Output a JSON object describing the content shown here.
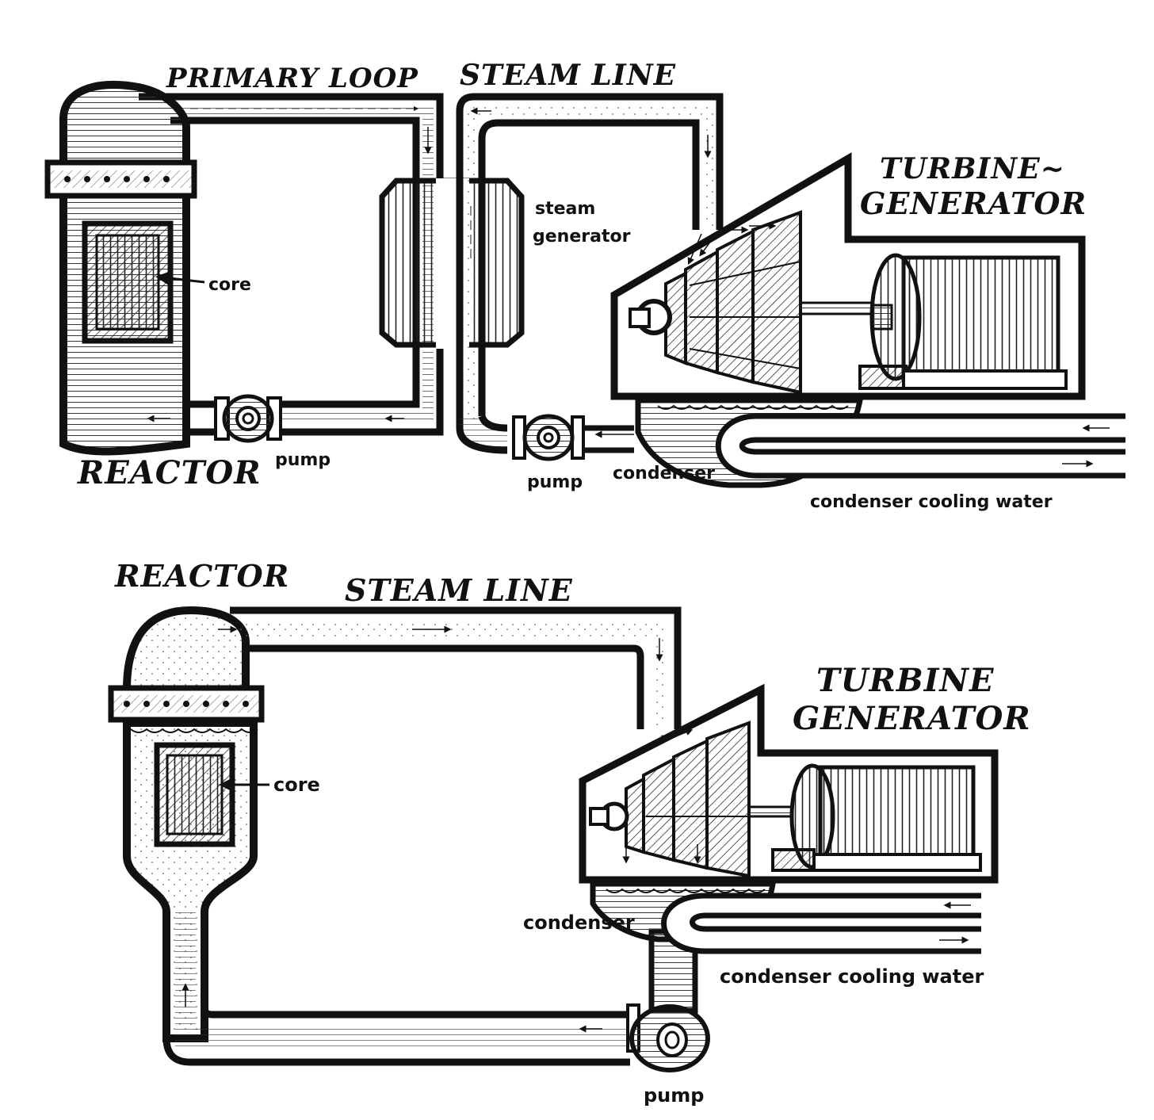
{
  "top": {
    "primary_loop": "PRIMARY LOOP",
    "steam_line": "STEAM LINE",
    "turbine": "TURBINE~",
    "generator": "GENERATOR",
    "steam_generator_1": "steam",
    "steam_generator_2": "generator",
    "core": "core",
    "reactor": "REACTOR",
    "pump_primary": "pump",
    "pump_secondary": "pump",
    "condenser": "condenser",
    "cooling_water": "condenser cooling water"
  },
  "bottom": {
    "reactor": "REACTOR",
    "steam_line": "STEAM LINE",
    "turbine": "TURBINE",
    "generator": "GENERATOR",
    "core": "core",
    "condenser": "condenser",
    "cooling_water": "condenser cooling water",
    "pump": "pump"
  },
  "colors": {
    "ink": "#111111",
    "paper": "#ffffff"
  }
}
